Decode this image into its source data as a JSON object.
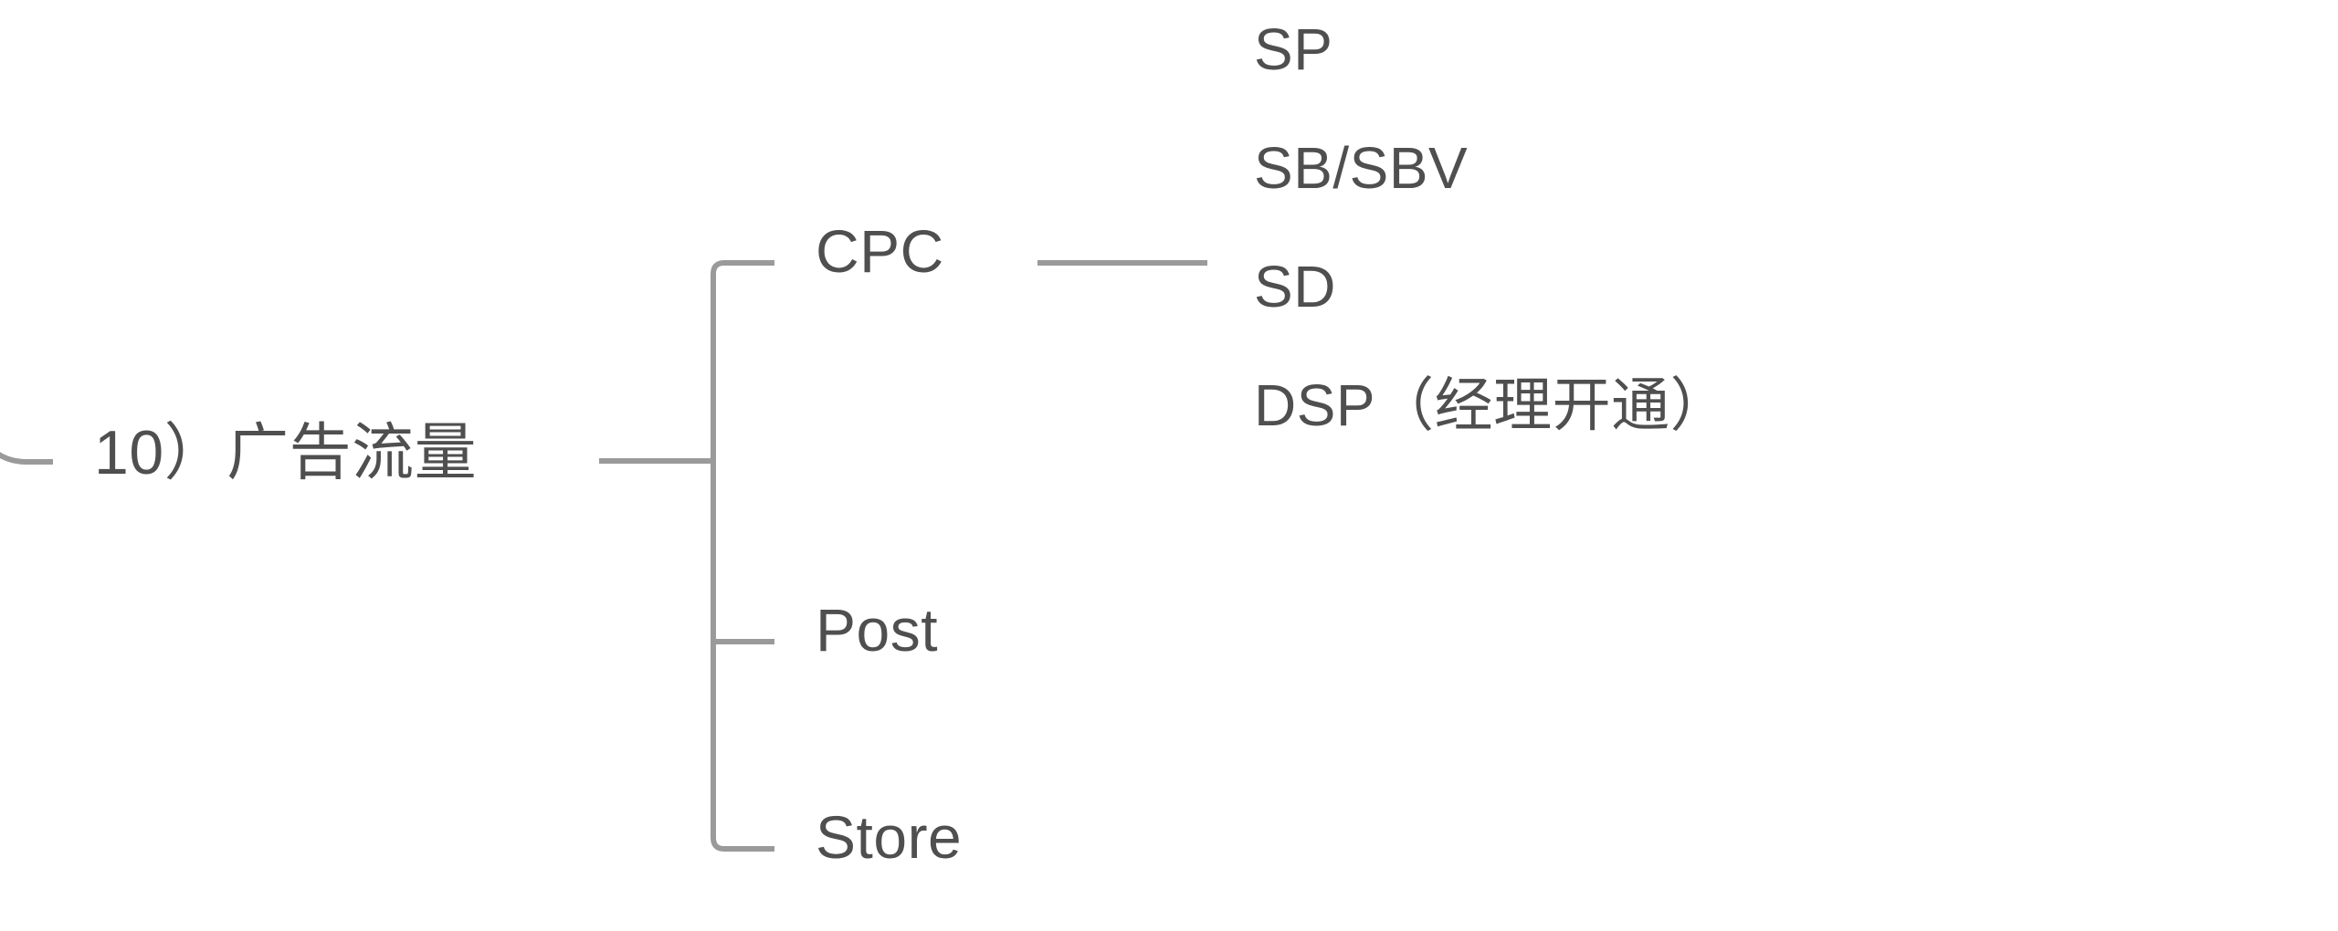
{
  "diagram": {
    "type": "mind-map",
    "background_color": "#ffffff",
    "line_color": "#9a9a9a",
    "text_color": "#4f4f4f",
    "root": {
      "label": "10）广告流量"
    },
    "branches": [
      {
        "id": "cpc",
        "label": "CPC"
      },
      {
        "id": "post",
        "label": "Post"
      },
      {
        "id": "store",
        "label": "Store"
      }
    ],
    "leaves": [
      {
        "id": "sp",
        "label": "SP"
      },
      {
        "id": "sbv",
        "label": "SB/SBV"
      },
      {
        "id": "sd",
        "label": "SD"
      },
      {
        "id": "dsp",
        "label": "DSP（经理开通）"
      }
    ]
  }
}
